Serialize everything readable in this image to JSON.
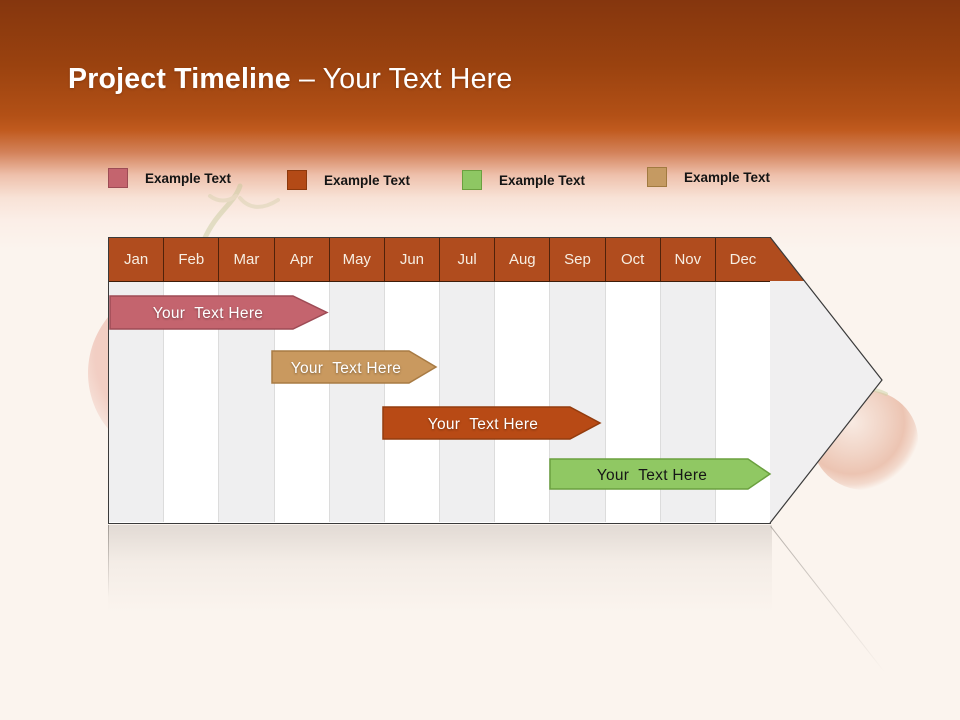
{
  "header": {
    "title": "Project Timeline",
    "subtitle": "– Your Text Here"
  },
  "legend": {
    "items": [
      {
        "label": "Example Text",
        "fill": "#c4646e",
        "border": "#9d4b55"
      },
      {
        "label": "Example Text",
        "fill": "#b34a16",
        "border": "#8c380c"
      },
      {
        "label": "Example Text",
        "fill": "#8ec763",
        "border": "#6ba03f"
      },
      {
        "label": "Example Text",
        "fill": "#c59a62",
        "border": "#a17a40"
      }
    ]
  },
  "chart_data": {
    "type": "bar",
    "subtype": "gantt_timeline",
    "title": "Project Timeline – Your Text Here",
    "categories": [
      "Jan",
      "Feb",
      "Mar",
      "Apr",
      "May",
      "Jun",
      "Jul",
      "Aug",
      "Sep",
      "Oct",
      "Nov",
      "Dec"
    ],
    "header_fill": "#b04c1e",
    "header_text_color": "#f7eee2",
    "column_stripe_colors": [
      "#efeff0",
      "#ffffff"
    ],
    "arrowhead_fill": "#f0eff0",
    "tasks": [
      {
        "label": "Your  Text Here",
        "start": "Jan",
        "end": "Apr",
        "fill": "#c4646e",
        "border": "#9d4b55",
        "text_color": "#ffffff"
      },
      {
        "label": "Your  Text Here",
        "start": "Apr",
        "end": "Jun",
        "fill": "#c9995f",
        "border": "#a87b44",
        "text_color": "#ffffff"
      },
      {
        "label": "Your  Text Here",
        "start": "Jun",
        "end": "Sep",
        "fill": "#b84a15",
        "border": "#933c0e",
        "text_color": "#ffffff"
      },
      {
        "label": "Your  Text Here",
        "start": "Sep",
        "end": "Dec",
        "fill": "#90c863",
        "border": "#6ba03f",
        "text_color": "#161616"
      }
    ],
    "legend_position": "top",
    "grid": "alternating vertical month stripes"
  }
}
